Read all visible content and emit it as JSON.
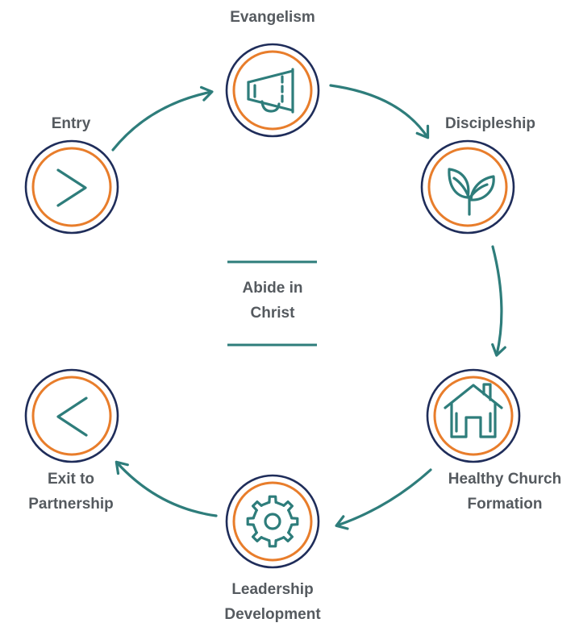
{
  "diagram": {
    "type": "cycle",
    "center_label": [
      "Abide in",
      "Christ"
    ],
    "colors": {
      "outer_ring": "#1f2d5a",
      "inner_ring": "#e87d2b",
      "arrow": "#2e7d7b",
      "icon": "#2e7d7b",
      "center_rule": "#2e7d7b",
      "label": "#555a5f"
    },
    "nodes": [
      {
        "id": "entry",
        "label": [
          "Entry"
        ],
        "icon": "chevron-right-icon"
      },
      {
        "id": "evangelism",
        "label": [
          "Evangelism"
        ],
        "icon": "megaphone-icon"
      },
      {
        "id": "discipleship",
        "label": [
          "Discipleship"
        ],
        "icon": "sprout-icon"
      },
      {
        "id": "healthy-church-formation",
        "label": [
          "Healthy Church",
          "Formation"
        ],
        "icon": "house-icon"
      },
      {
        "id": "leadership-development",
        "label": [
          "Leadership",
          "Development"
        ],
        "icon": "gear-icon"
      },
      {
        "id": "exit-to-partnership",
        "label": [
          "Exit to",
          "Partnership"
        ],
        "icon": "chevron-left-icon"
      }
    ],
    "flow": [
      [
        "entry",
        "evangelism"
      ],
      [
        "evangelism",
        "discipleship"
      ],
      [
        "discipleship",
        "healthy-church-formation"
      ],
      [
        "healthy-church-formation",
        "leadership-development"
      ],
      [
        "leadership-development",
        "exit-to-partnership"
      ]
    ]
  }
}
